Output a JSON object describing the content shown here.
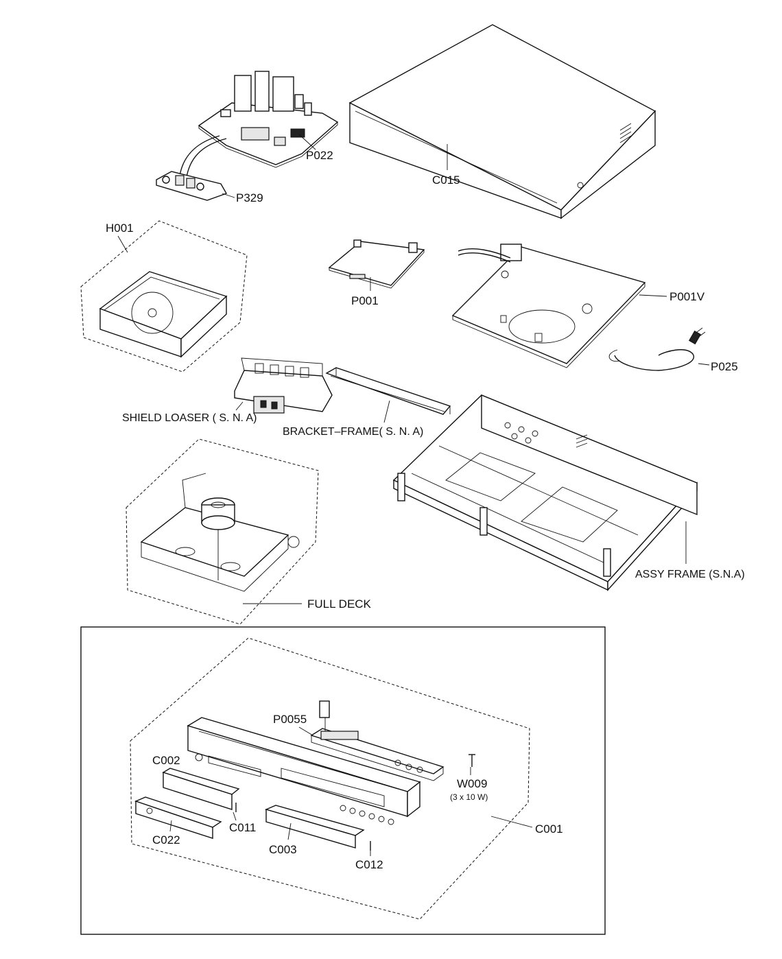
{
  "labels": {
    "p022": "P022",
    "p329": "P329",
    "c015": "C015",
    "h001": "H001",
    "p001": "P001",
    "p001v": "P001V",
    "p025": "P025",
    "shield_loaser": "SHIELD LOASER ( S. N. A)",
    "bracket_frame": "BRACKET–FRAME( S. N. A)",
    "assy_frame": "ASSY FRAME (S.N.A)",
    "full_deck": "FULL  DECK",
    "p0055": "P0055",
    "c002": "C002",
    "w009": "W009",
    "w009_spec": "(3 x 10 W)",
    "c011": "C011",
    "c022": "C022",
    "c003": "C003",
    "c012": "C012",
    "c001": "C001"
  }
}
